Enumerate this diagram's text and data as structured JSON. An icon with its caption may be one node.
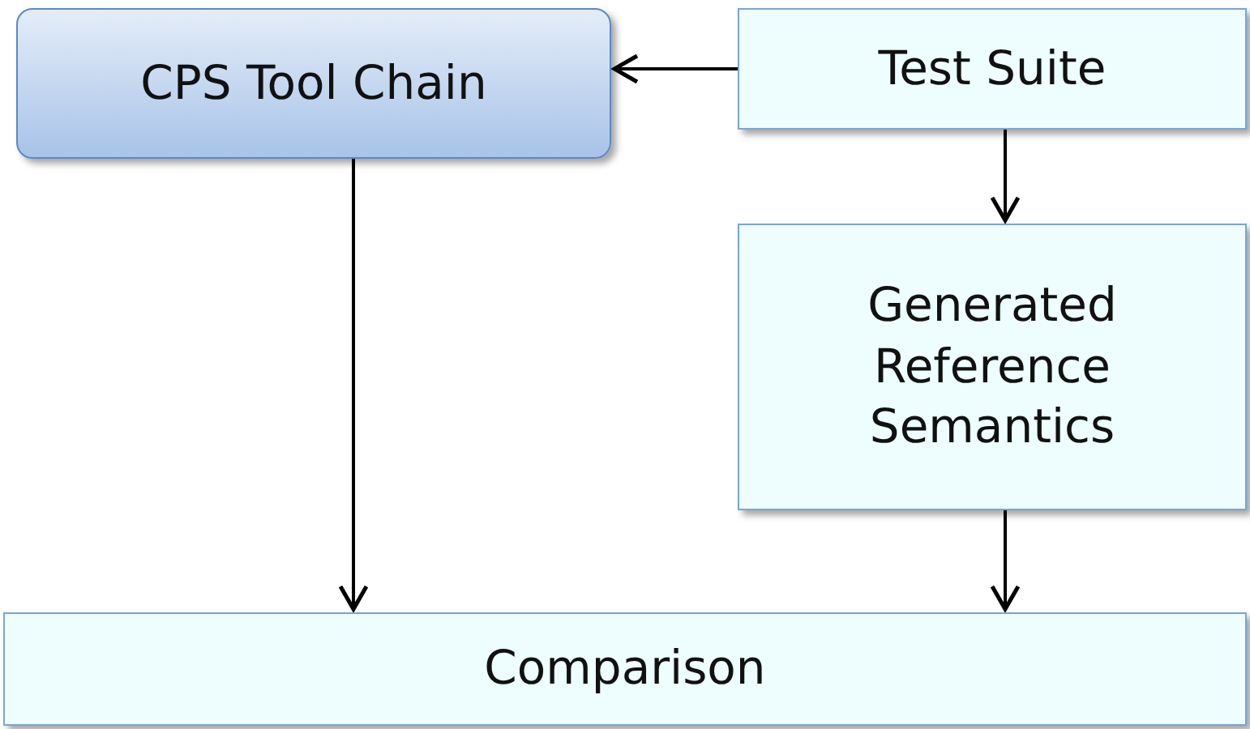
{
  "diagram": {
    "nodes": [
      {
        "text": [
          "CPS Tool Chain"
        ]
      },
      {
        "text": [
          "Test Suite"
        ]
      },
      {
        "text": [
          "Generated Reference Semantics"
        ]
      },
      {
        "text": [
          "Comparison"
        ]
      }
    ],
    "edges": [
      {
        "from": 1,
        "to": 0,
        "arrow": "to"
      },
      {
        "from": 1,
        "to": 2,
        "arrow": "to"
      },
      {
        "from": 0,
        "to": 3,
        "arrow": "to"
      },
      {
        "from": 2,
        "to": 3,
        "arrow": "to"
      }
    ]
  }
}
